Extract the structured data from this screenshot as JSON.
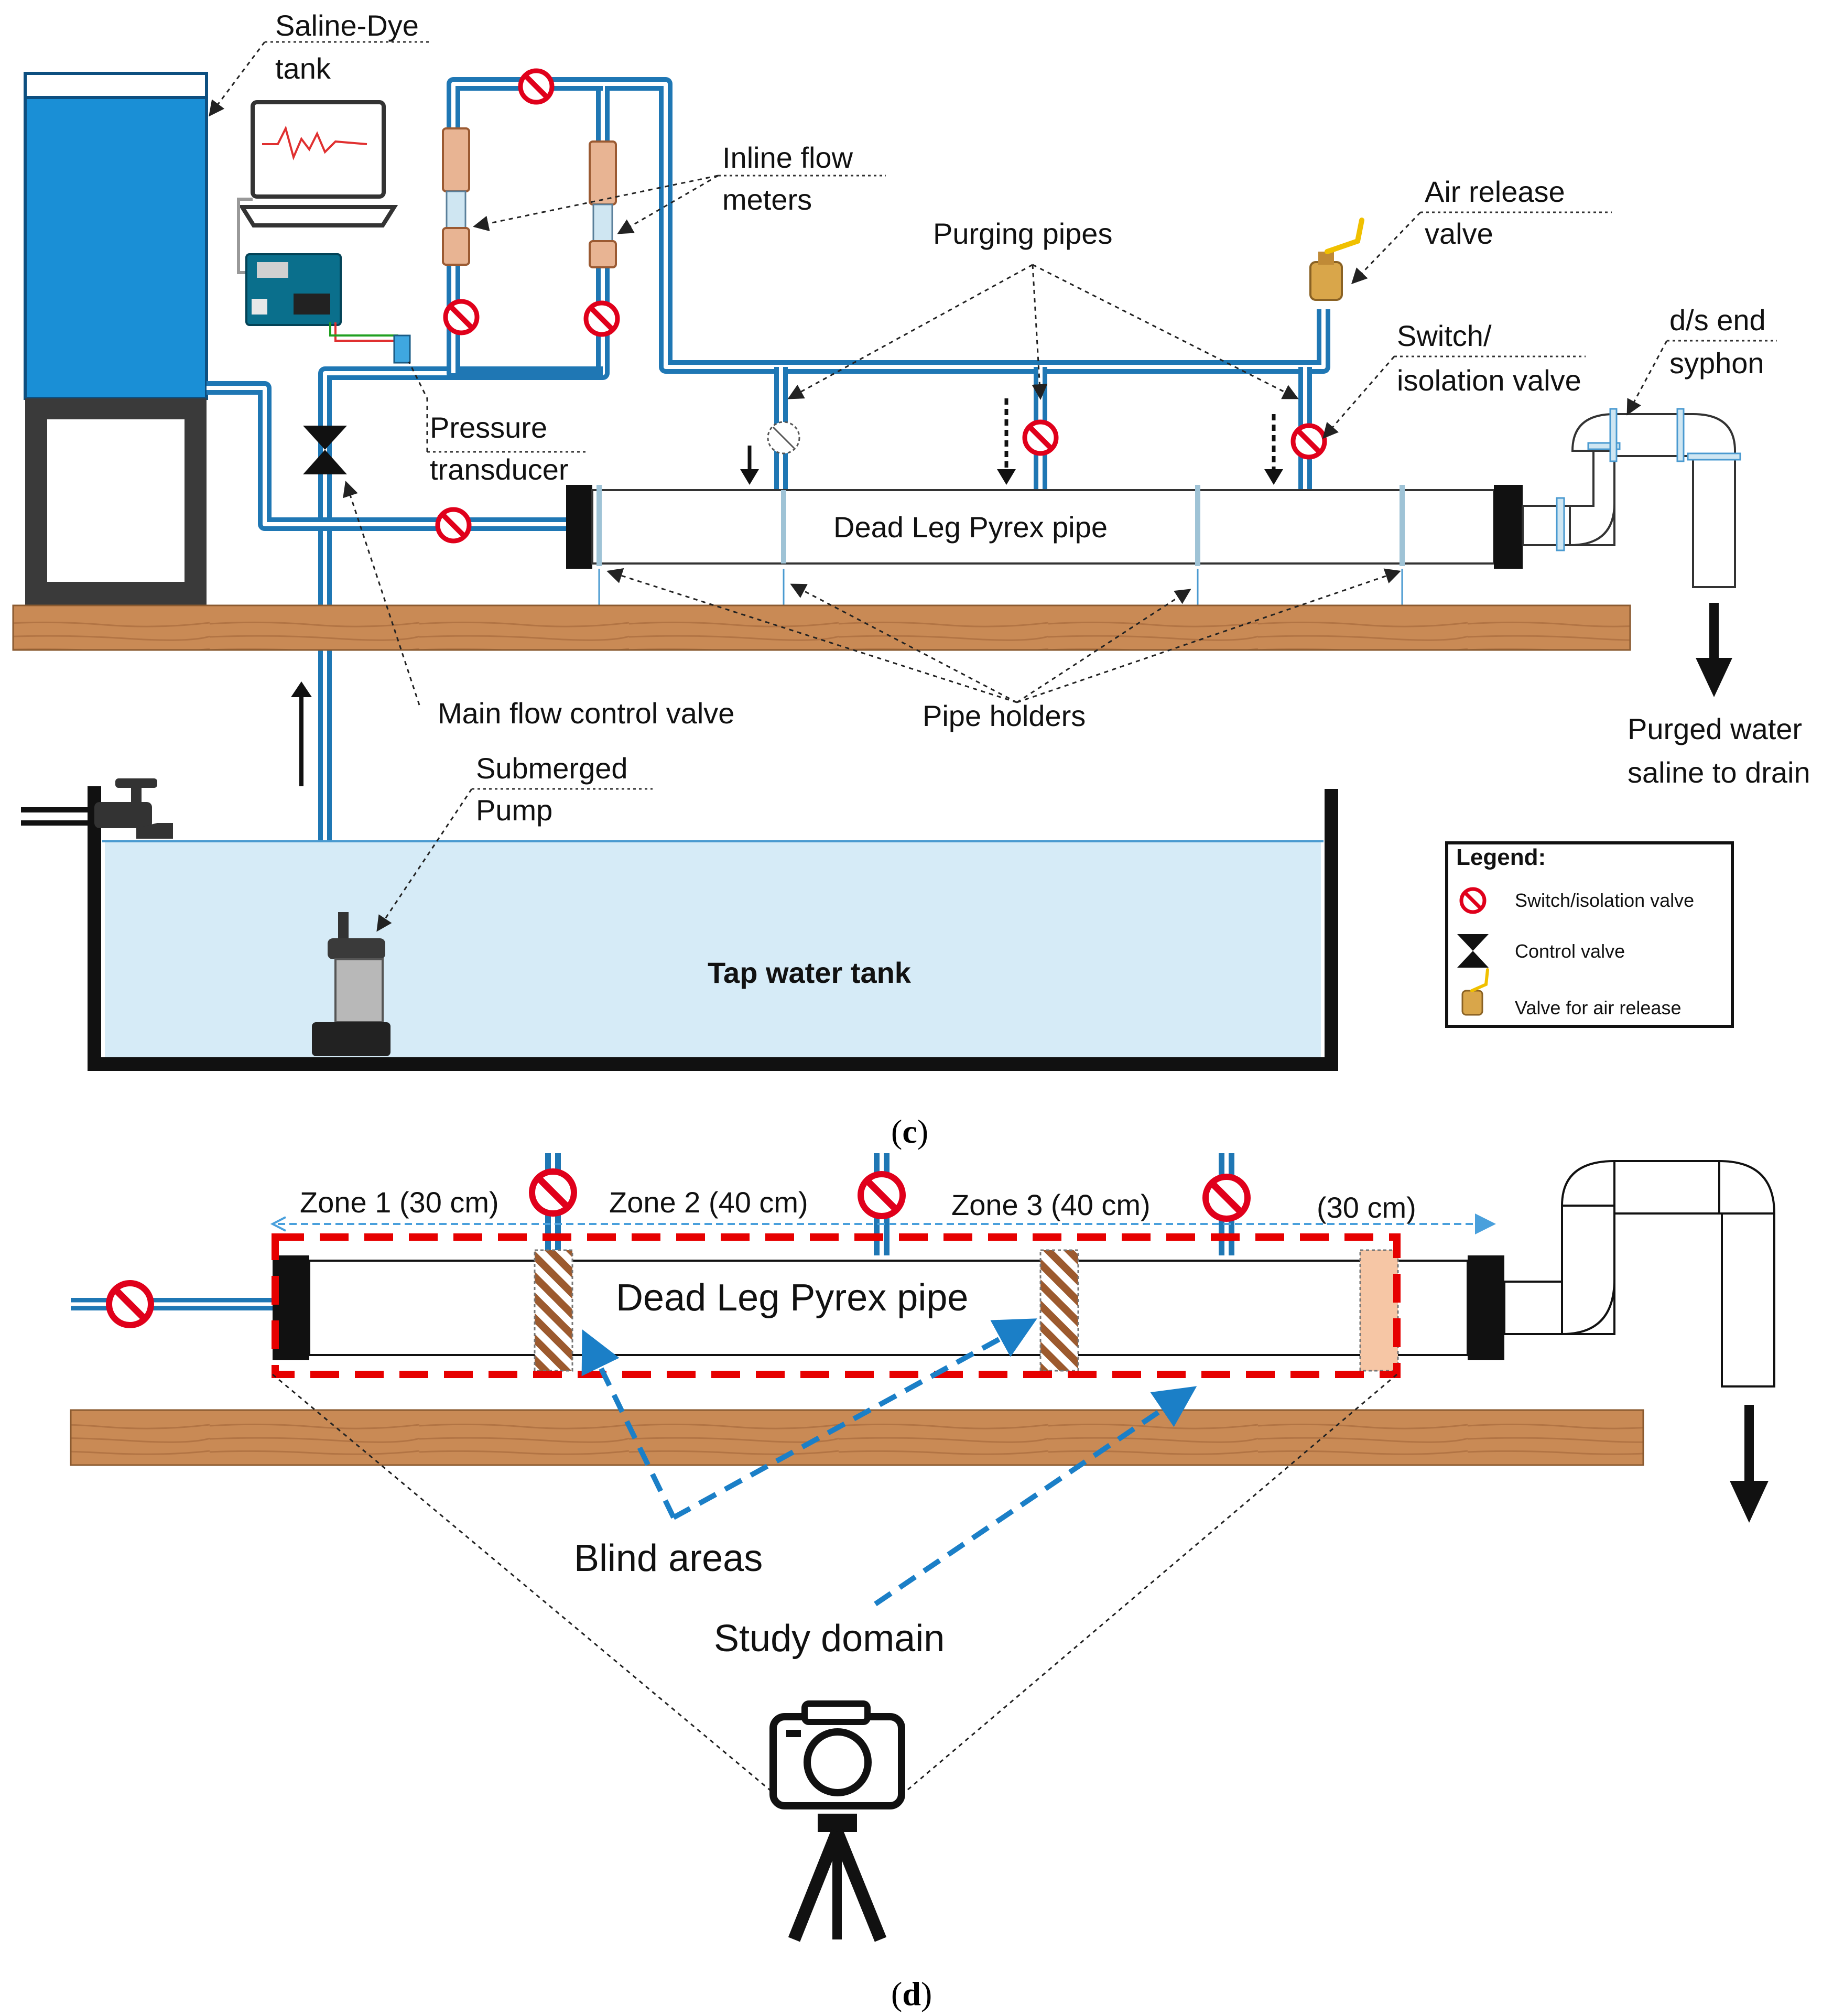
{
  "panel_c": {
    "caption": "c",
    "labels": {
      "saline_dye_tank_1": "Saline-Dye",
      "saline_dye_tank_2": "tank",
      "inline_flow_1": "Inline flow",
      "inline_flow_2": "meters",
      "purging_pipes": "Purging pipes",
      "air_release_1": "Air release",
      "air_release_2": "valve",
      "switch_1": "Switch/",
      "switch_2": "isolation valve",
      "ds_end_1": "d/s end",
      "ds_end_2": "syphon",
      "pressure_1": "Pressure",
      "pressure_2": "transducer",
      "dead_leg_pipe": "Dead Leg Pyrex pipe",
      "main_flow_control": "Main flow control valve",
      "pipe_holders": "Pipe holders",
      "purged_1": "Purged water",
      "purged_2": "saline to drain",
      "submerged_1": "Submerged",
      "submerged_2": "Pump",
      "tap_tank": "Tap water tank"
    },
    "legend": {
      "title": "Legend:",
      "items": [
        {
          "icon": "isolation-valve-icon",
          "label": "Switch/isolation valve"
        },
        {
          "icon": "control-valve-icon",
          "label": "Control valve"
        },
        {
          "icon": "air-release-valve-icon",
          "label": "Valve for air release"
        }
      ]
    }
  },
  "panel_d": {
    "caption": "d",
    "zones": {
      "zone1": "Zone 1 (30 cm)",
      "zone2": "Zone 2 (40 cm)",
      "zone3": "Zone 3 (40 cm)",
      "zone4": "(30 cm)"
    },
    "dead_leg_pipe": "Dead Leg Pyrex pipe",
    "blind_areas": "Blind areas",
    "study_domain": "Study domain"
  },
  "colors": {
    "pipe_blue": "#1f77b4",
    "tank_blue": "#1a8fd6",
    "water_light": "#d6ebf7",
    "wood": "#c98a55",
    "valve_red": "#e0001b",
    "study_red": "#e60000",
    "arrow_blue": "#1b7fc7"
  }
}
